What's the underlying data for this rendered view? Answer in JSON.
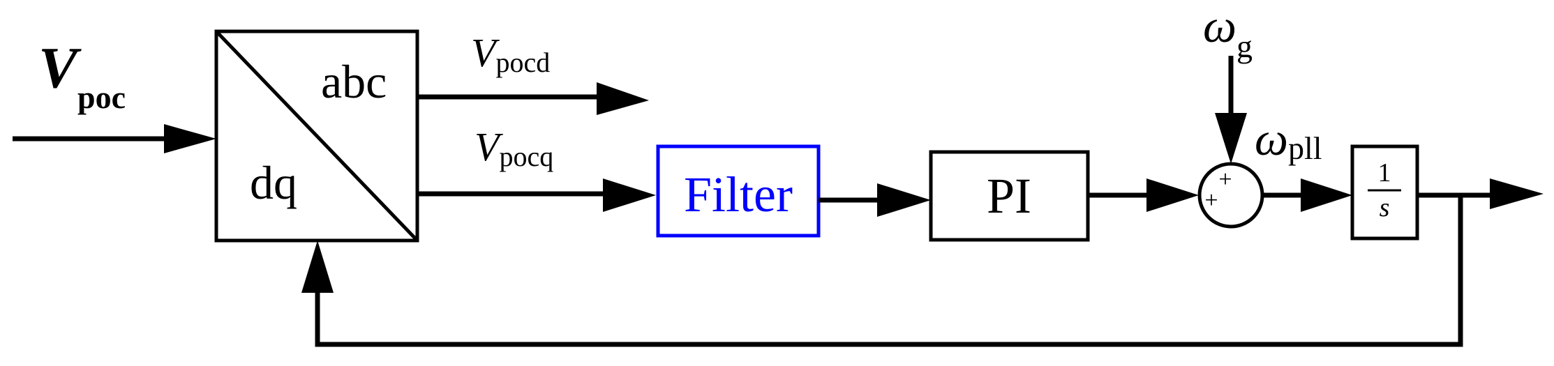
{
  "diagram": {
    "input_signal": {
      "symbol": "V",
      "subscript": "poc"
    },
    "transform_block": {
      "top_label": "abc",
      "bottom_label": "dq"
    },
    "output_d": {
      "symbol": "V",
      "subscript": "pocd"
    },
    "output_q": {
      "symbol": "V",
      "subscript": "pocq"
    },
    "filter_block": {
      "label": "Filter",
      "color": "#0000ff"
    },
    "pi_block": {
      "label": "PI"
    },
    "reference": {
      "symbol": "ω",
      "subscript": "g"
    },
    "pll_output": {
      "symbol": "ω",
      "subscript": "pll"
    },
    "summer": {
      "top_sign": "+",
      "left_sign": "+"
    },
    "integrator": {
      "numerator": "1",
      "denominator": "s"
    }
  }
}
